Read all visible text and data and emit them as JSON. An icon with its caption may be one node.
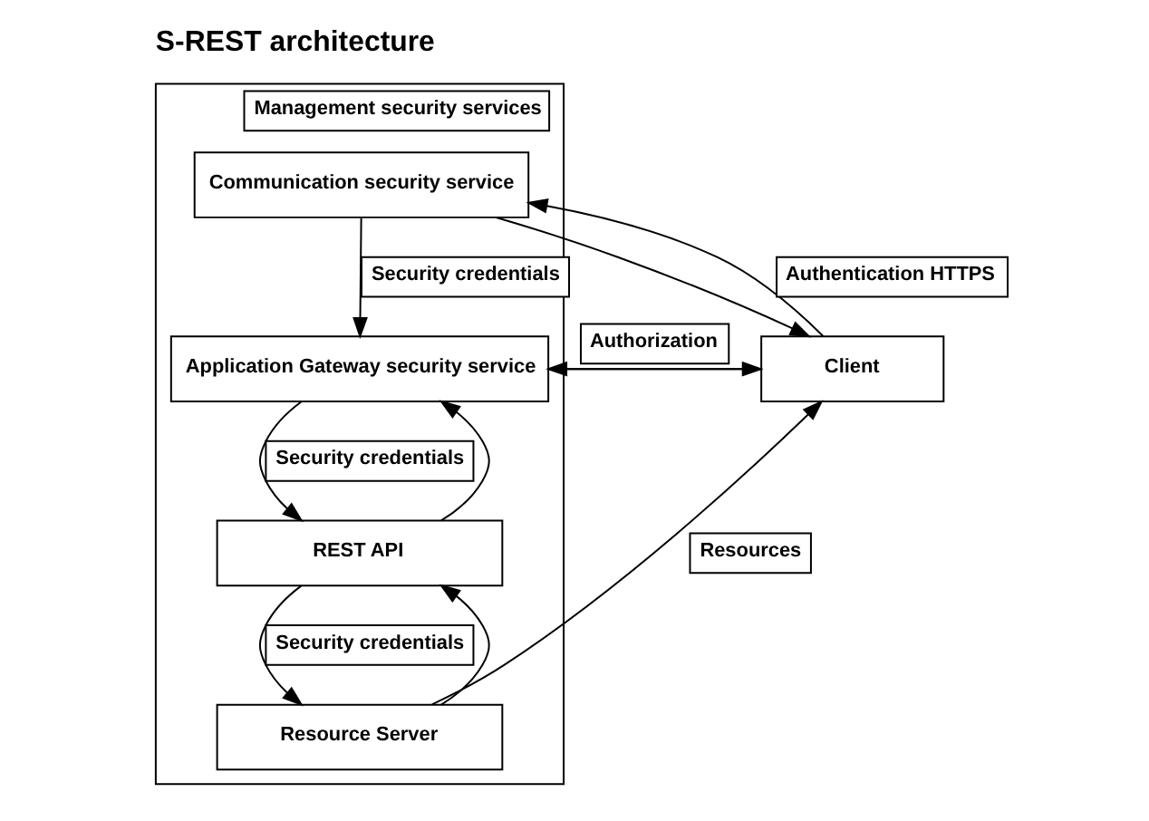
{
  "diagram": {
    "title": "S-REST architecture",
    "nodes": [
      {
        "text": [
          "Management security services"
        ]
      },
      {
        "text": [
          "Client"
        ]
      },
      {
        "text": [
          "Communication security service"
        ],
        "in": 0
      },
      {
        "text": [
          "Application Gateway security service"
        ],
        "in": 0
      },
      {
        "text": [
          "REST API"
        ],
        "in": 0
      },
      {
        "text": [
          "Resource Server"
        ],
        "in": 0
      }
    ],
    "edges": [
      {
        "from": 1,
        "to": 2,
        "arrow": "to",
        "label": "Authentication HTTPS"
      },
      {
        "from": 2,
        "to": 1,
        "arrow": "to"
      },
      {
        "from": 1,
        "to": 3,
        "arrow": "to"
      },
      {
        "from": 3,
        "to": 1,
        "arrow": "to",
        "label": "Authorization"
      },
      {
        "from": 5,
        "to": 1,
        "arrow": "to",
        "label": "Resources"
      },
      {
        "from": 2,
        "to": 3,
        "arrow": "to",
        "label": "Security credentials"
      },
      {
        "from": 3,
        "to": 4,
        "arrow": "to",
        "label": "Security credentials"
      },
      {
        "from": 4,
        "to": 3,
        "arrow": "to"
      },
      {
        "from": 4,
        "to": 5,
        "arrow": "to",
        "label": "Security credentials"
      },
      {
        "from": 5,
        "to": 4,
        "arrow": "to"
      }
    ]
  }
}
